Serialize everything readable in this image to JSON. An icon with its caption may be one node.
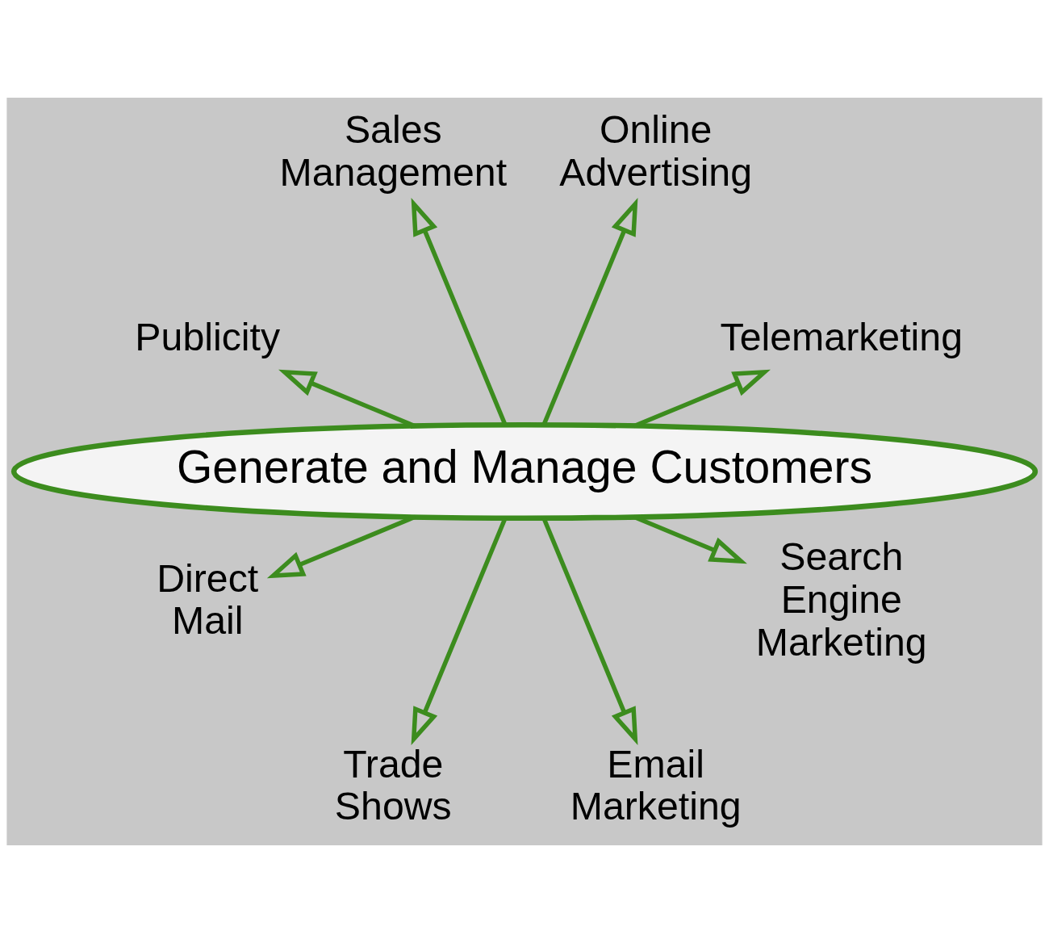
{
  "diagram": {
    "nodes": [
      {
        "text": [
          "Generate and Manage Customers"
        ]
      },
      {
        "text": [
          "Telemarketing"
        ]
      },
      {
        "text": [
          "Online Advertising"
        ]
      },
      {
        "text": [
          "Sales Management"
        ]
      },
      {
        "text": [
          "Publicity"
        ]
      },
      {
        "text": [
          "Direct Mail"
        ]
      },
      {
        "text": [
          "Trade Shows"
        ]
      },
      {
        "text": [
          "Email Marketing"
        ]
      },
      {
        "text": [
          "Search Engine Marketing"
        ]
      }
    ],
    "edges": [
      {
        "from": 0,
        "to": 1,
        "arrow": "to"
      },
      {
        "from": 0,
        "to": 2,
        "arrow": "to"
      },
      {
        "from": 0,
        "to": 3,
        "arrow": "to"
      },
      {
        "from": 0,
        "to": 4,
        "arrow": "to"
      },
      {
        "from": 0,
        "to": 5,
        "arrow": "to"
      },
      {
        "from": 0,
        "to": 6,
        "arrow": "to"
      },
      {
        "from": 0,
        "to": 7,
        "arrow": "to"
      },
      {
        "from": 0,
        "to": 8,
        "arrow": "to"
      }
    ]
  }
}
